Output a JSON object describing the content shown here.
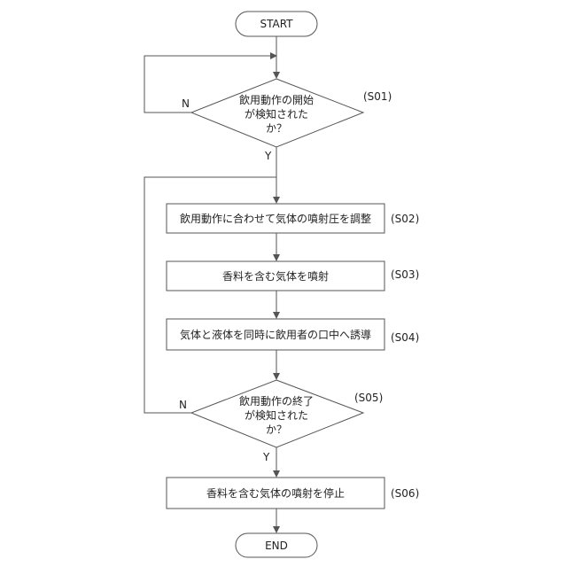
{
  "start": {
    "label": "START"
  },
  "end": {
    "label": "END"
  },
  "decision1": {
    "lines": [
      "飲用動作の開始",
      "が検知された",
      "か？"
    ],
    "step": "(S01)",
    "no": "N",
    "yes": "Y"
  },
  "step2": {
    "text": "飲用動作に合わせて気体の噴射圧を調整",
    "step": "(S02)"
  },
  "step3": {
    "text": "香料を含む気体を噴射",
    "step": "(S03)"
  },
  "step4": {
    "text": "気体と液体を同時に飲用者の口中へ誘導",
    "step": "(S04)"
  },
  "decision2": {
    "lines": [
      "飲用動作の終了",
      "が検知された",
      "か？"
    ],
    "step": "(S05)",
    "no": "N",
    "yes": "Y"
  },
  "step6": {
    "text": "香料を含む気体の噴射を停止",
    "step": "(S06)"
  }
}
